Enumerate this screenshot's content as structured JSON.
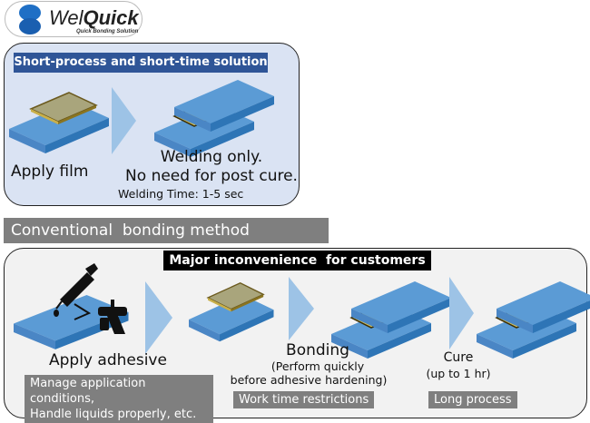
{
  "logo": {
    "brand_light": "Wel",
    "brand_bold": "Quick",
    "tagline": "Quick Bonding Solution"
  },
  "welquick": {
    "title": "Short-process and short-time solution",
    "step1": "Apply film",
    "step2_line1": "Welding only.",
    "step2_line2": "No need for post cure.",
    "time": "Welding Time: 1-5 sec"
  },
  "conventional": {
    "header": "Conventional  bonding method",
    "title": "Major inconvenience  for customers",
    "step1": "Apply adhesive",
    "step1_note": [
      "Manage application conditions,",
      "Handle liquids properly, etc."
    ],
    "step2": "Bonding",
    "step2_sub": [
      "(Perform quickly",
      "before adhesive hardening)"
    ],
    "step2_note": "Work time restrictions",
    "step3": "Cure",
    "step3_sub": "(up to 1 hr)",
    "step3_note": "Long process"
  },
  "colors": {
    "panel_top": "#dae3f3",
    "panel_bottom": "#f2f2f2",
    "title_blue": "#2f5597",
    "plate": "#5b9bd5",
    "arrow": "#9dc3e6",
    "film": "#a9a57c",
    "note_gray": "#7f7f7f"
  }
}
